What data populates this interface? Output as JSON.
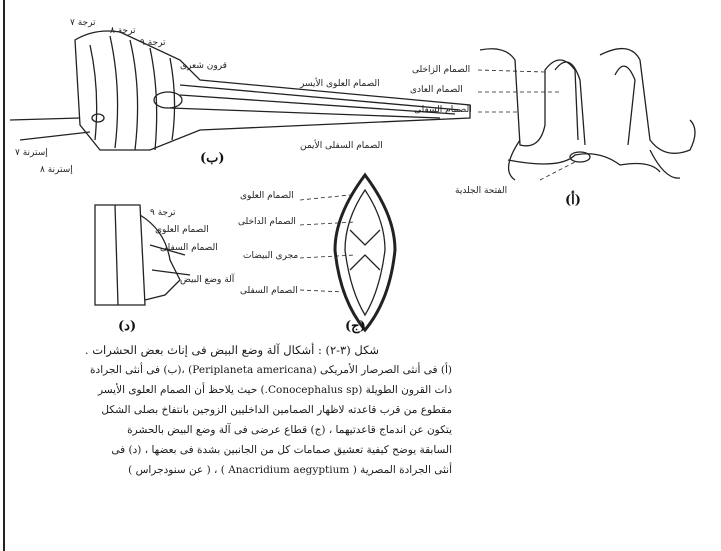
{
  "figure": {
    "panel_tags": {
      "a": "(أ)",
      "b": "(ب)",
      "c": "(ج)",
      "d": "(د)"
    },
    "labels_a": {
      "dorsal_valve": "الصمام الزاخلى",
      "ventral_valve": "الصمام العادى",
      "lower_valve": "الصمام السفلى",
      "genital_opening": "الفتحة الجلدية"
    },
    "labels_b": {
      "seg1": "ترجة ٧",
      "seg2": "ترجة ٨",
      "seg3": "ترجة ٩",
      "cercus": "قرون شعرى",
      "upper_valve": "الصمام العلوى الأيسر",
      "lower_valve": "الصمام السفلى الأيمن",
      "sternite": "إسترنة ٧",
      "sternite8": "إسترنة ٨"
    },
    "labels_c": {
      "upper": "الصمام العلوى",
      "inner": "الصمام الداخلى",
      "egg_path": "مجرى البيضات",
      "lower": "الصمام السفلى"
    },
    "labels_d": {
      "l1": "ترجة ٩",
      "l2": "الصمام العلوى",
      "l3": "الصمام السفلى",
      "l4": "آلة وضع البيض"
    }
  },
  "caption": {
    "title": "شكل (٣-٢) : أشكال آلة وضع البيض فى إناث بعض الحشرات .",
    "lines": [
      "(أ) فى أنثى الصرصار الأمريكى (Periplaneta americana) ،(ب) فى أنثى الجرادة",
      "ذات القرون الطويلة (Conocephalus sp.) حيث يلاحظ أن الصمام العلوى الأيسر",
      "مقطوع من قرب قاعدته لاظهار الصمامين الداخليين الزوجين بانتفاخ بصلى الشكل",
      "يتكون عن اندماج قاعدتيهما ، (ج) قطاع عرضى فى آلة وضع البيض بالحشرة",
      "السابقة يوضح كيفية تعشيق صمامات كل من الجانبين بشدة فى بعضها ، (د) فى",
      "أنثى الجرادة المصرية ( Anacridium aegyptium ) ، ( عن سنودجراس )"
    ]
  }
}
